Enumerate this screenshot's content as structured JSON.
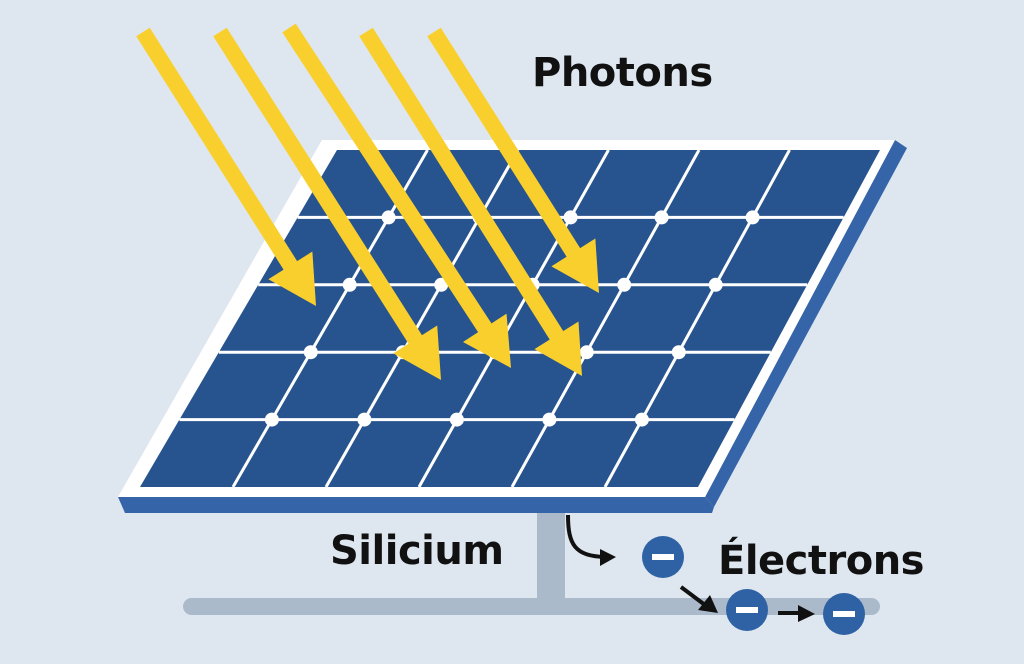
{
  "labels": {
    "photons": "Photons",
    "silicon": "Silicium",
    "electrons": "Électrons"
  },
  "panel": {
    "columns": 6,
    "rows": 5
  },
  "electron_symbol": "−",
  "colors": {
    "background": "#DEE7F0",
    "cell": "#27538E",
    "frame_edge": "#3565A8",
    "photon": "#F9CF2E",
    "stand": "#AABACB",
    "electron": "#2E62A4",
    "text": "#111111"
  }
}
